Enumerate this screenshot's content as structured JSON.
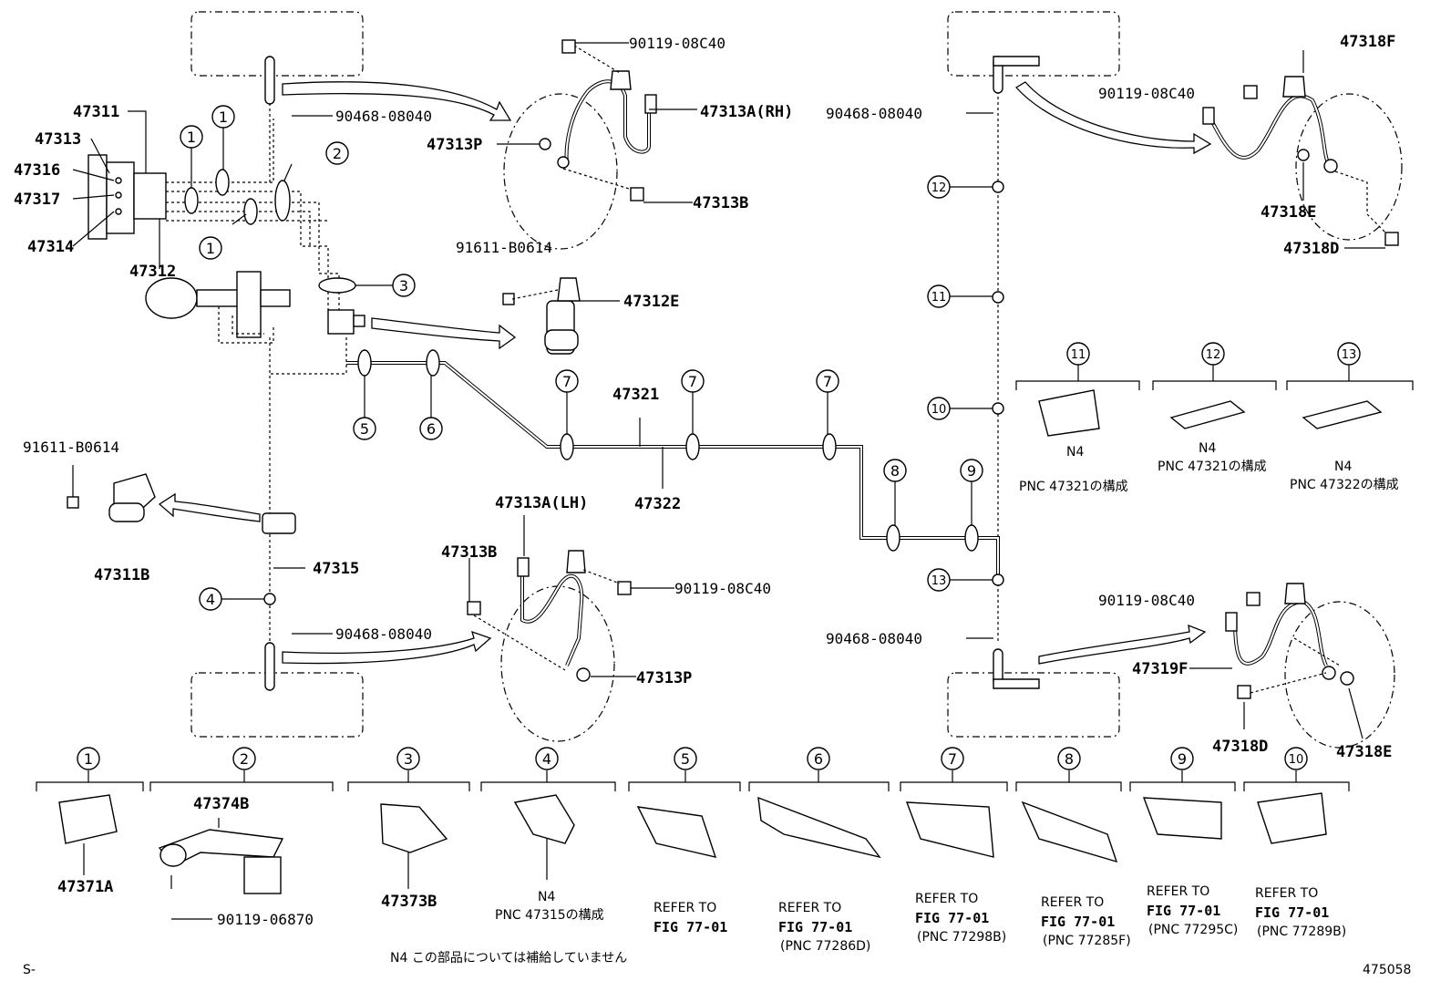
{
  "labels": {
    "p47311": "47311",
    "p47313": "47313",
    "p47316": "47316",
    "p47317": "47317",
    "p47314": "47314",
    "p47312": "47312",
    "p90119_08c40_a": "90119-08C40",
    "p47313a_rh": "47313A(RH)",
    "p90468_a": "90468-08040",
    "p47313p_a": "47313P",
    "p47313b_a": "47313B",
    "p91611_a": "91611-B0614",
    "p47312e": "47312E",
    "p47321": "47321",
    "p47322": "47322",
    "p91611_b": "91611-B0614",
    "p47311b": "47311B",
    "p47315": "47315",
    "p47313a_lh": "47313A(LH)",
    "p47313b_b": "47313B",
    "p90119_08c40_b": "90119-08C40",
    "p90468_b": "90468-08040",
    "p47313p_b": "47313P",
    "p90468_c": "90468-08040",
    "p47318f": "47318F",
    "p90119_08c40_c": "90119-08C40",
    "p47318e_a": "47318E",
    "p47318d_a": "47318D",
    "p90119_08c40_d": "90119-08C40",
    "p90468_d": "90468-08040",
    "p47319f": "47319F",
    "p47318d_b": "47318D",
    "p47318e_b": "47318E",
    "p47371a": "47371A",
    "p47374b": "47374B",
    "p90119_06870": "90119-06870",
    "p47373b": "47373B"
  },
  "callouts": [
    "1",
    "2",
    "3",
    "4",
    "5",
    "6",
    "7",
    "8",
    "9",
    "10",
    "11",
    "12",
    "13"
  ],
  "captions": {
    "c4_n4": "N4",
    "c4_pnc": "PNC 47315の構成",
    "c5_l1": "REFER TO",
    "c5_l2": "FIG 77-01",
    "c6_l1": "REFER TO",
    "c6_l2": "FIG 77-01",
    "c6_l3": "(PNC 77286D)",
    "c7_l1": "REFER TO",
    "c7_l2": "FIG 77-01",
    "c7_l3": "(PNC 77298B)",
    "c8_l1": "REFER TO",
    "c8_l2": "FIG 77-01",
    "c8_l3": "(PNC 77285F)",
    "c9_l1": "REFER TO",
    "c9_l2": "FIG 77-01",
    "c9_l3": "(PNC 77295C)",
    "c10_l1": "REFER TO",
    "c10_l2": "FIG 77-01",
    "c10_l3": "(PNC 77289B)",
    "c11_n4": "N4",
    "c11_pnc": "PNC 47321の構成",
    "c12_n4": "N4",
    "c12_pnc": "PNC 47321の構成",
    "c13_n4": "N4",
    "c13_pnc": "PNC 47322の構成"
  },
  "footer": {
    "note": "N4 この部品については補給していません",
    "left_code": "S-",
    "fig_number": "475058"
  }
}
